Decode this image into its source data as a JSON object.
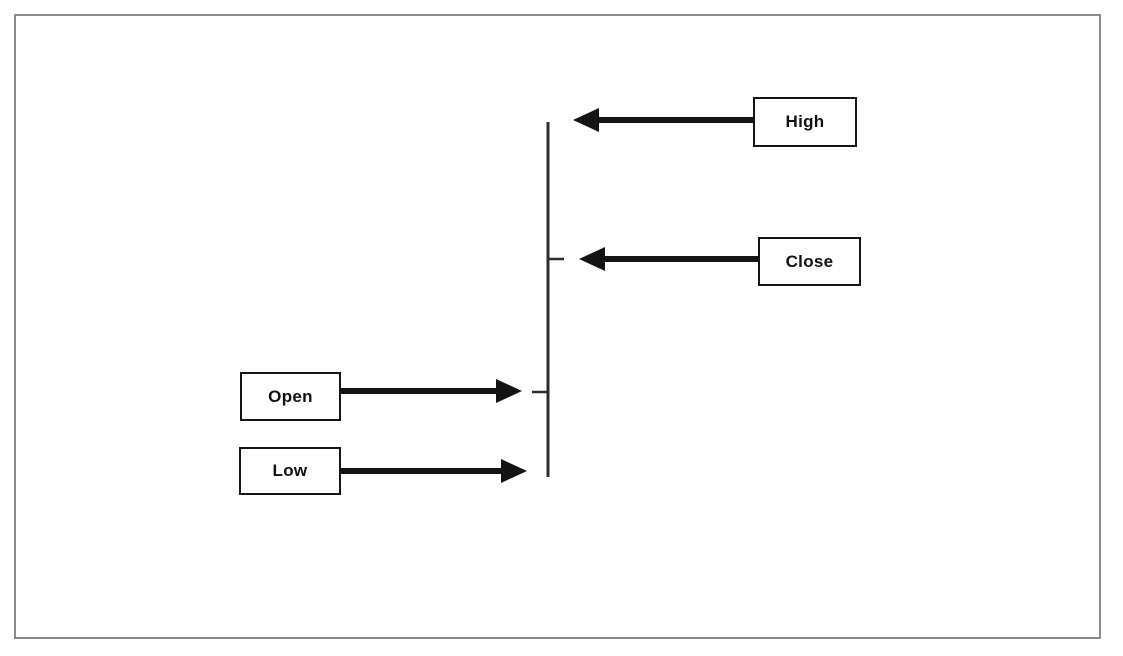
{
  "diagram": {
    "type": "ohlc-price-bar-annotation",
    "labels": {
      "high": "High",
      "close": "Close",
      "open": "Open",
      "low": "Low"
    },
    "annotations": [
      {
        "label": "High",
        "box_side": "right",
        "points_to": "top of bar"
      },
      {
        "label": "Close",
        "box_side": "right",
        "points_to": "right tick on bar"
      },
      {
        "label": "Open",
        "box_side": "left",
        "points_to": "left tick on bar"
      },
      {
        "label": "Low",
        "box_side": "left",
        "points_to": "bottom of bar"
      }
    ],
    "colors": {
      "background": "#ffffff",
      "frame_border": "#8c8c8c",
      "bar_line": "#2e2e2e",
      "arrow": "#141414",
      "box_border": "#151515",
      "text": "#111111"
    }
  }
}
